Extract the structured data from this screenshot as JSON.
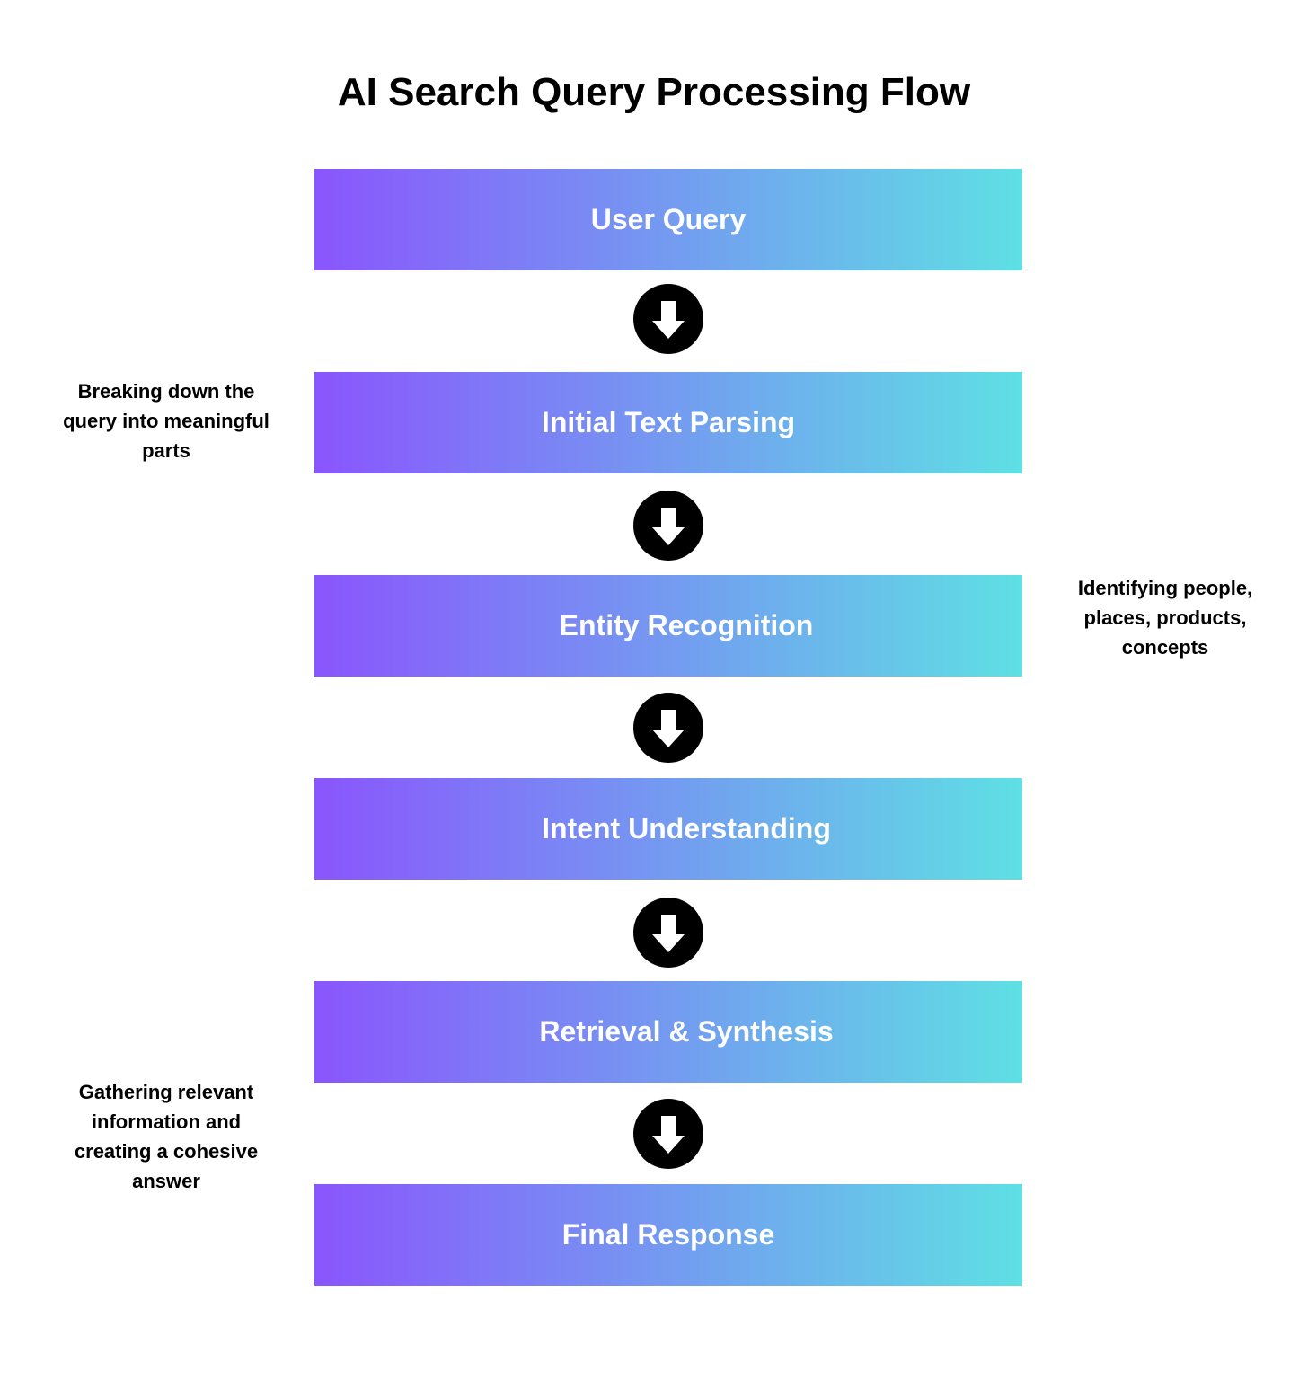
{
  "title": "AI Search Query Processing Flow",
  "colors": {
    "gradient_start": "#8a55fd",
    "gradient_end": "#5ee0e4",
    "arrow_fill": "#000000",
    "arrow_glyph": "#ffffff",
    "text": "#000000"
  },
  "steps": [
    {
      "label": "User Query"
    },
    {
      "label": "Initial Text Parsing"
    },
    {
      "label": "Entity Recognition"
    },
    {
      "label": "Intent Understanding"
    },
    {
      "label": "Retrieval & Synthesis"
    },
    {
      "label": "Final Response"
    }
  ],
  "annotations": {
    "parsing": {
      "lines": [
        "Breaking down the",
        "query into meaningful",
        "parts"
      ]
    },
    "entity": {
      "lines": [
        "Identifying people,",
        "places, products,",
        "concepts"
      ]
    },
    "retrieval": {
      "lines": [
        "Gathering relevant",
        "information and",
        "creating a cohesive",
        "answer"
      ]
    }
  },
  "icons": {
    "arrow": "arrow-down-circle-icon"
  }
}
